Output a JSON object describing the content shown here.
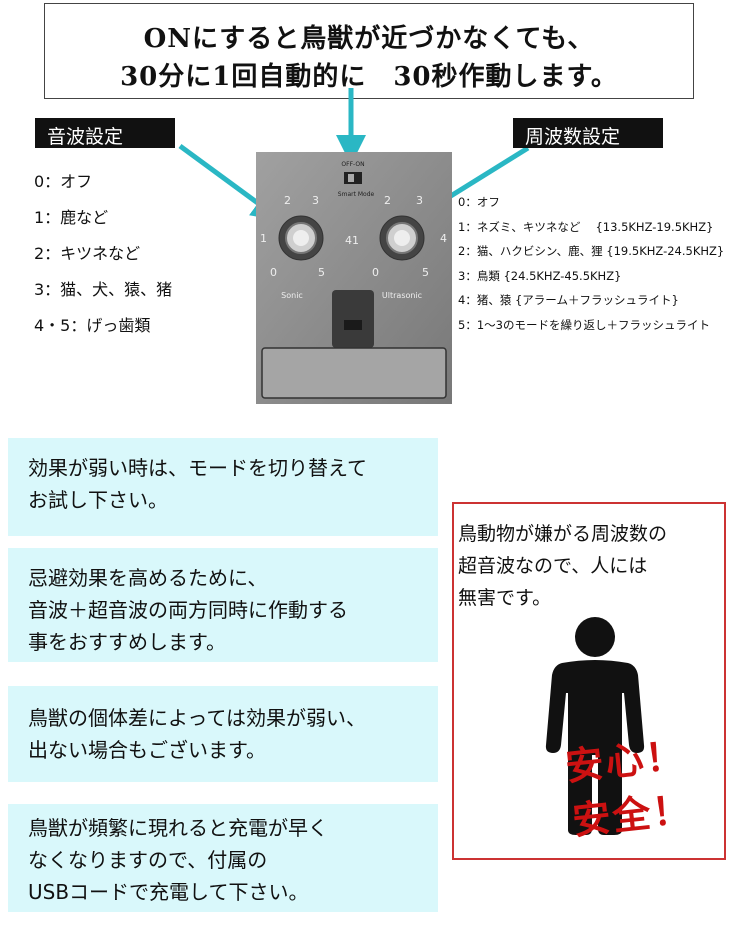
{
  "header": {
    "line1": "ONにすると鳥獣が近づかなくても、",
    "line2": "30分に1回自動的に　30秒作動します。"
  },
  "sonic": {
    "title": "音波設定",
    "items": [
      "0：オフ",
      "1：鹿など",
      "2：キツネなど",
      "3：猫、犬、猿、猪",
      "4・5：げっ歯類"
    ]
  },
  "frequency": {
    "title": "周波数設定",
    "items": [
      "0：オフ",
      "1：ネズミ、キツネなど　 {13.5KHZ-19.5KHZ}",
      "2：猫、ハクビシン、鹿、狸 {19.5KHZ-24.5KHZ}",
      "3：鳥類 {24.5KHZ-45.5KHZ}",
      "4：猪、猿 {アラーム＋フラッシュライト}",
      "5：1～3のモードを繰り返し＋フラッシュライト"
    ]
  },
  "device": {
    "switch_label": "OFF-ON",
    "mode_label": "Smart Mode",
    "sonic_label": "Sonic",
    "ultrasonic_label": "Ultrasonic",
    "center_label": "41",
    "dial_left_numbers": [
      "2",
      "3",
      "1",
      "4",
      "0",
      "5"
    ],
    "dial_right_numbers": [
      "2",
      "3",
      "1",
      "4",
      "0",
      "5"
    ]
  },
  "tips": [
    {
      "lines": [
        "効果が弱い時は、モードを切り替えて",
        "お試し下さい。"
      ]
    },
    {
      "lines": [
        "忌避効果を高めるために、",
        "音波＋超音波の両方同時に作動する",
        "事をおすすめします。"
      ]
    },
    {
      "lines": [
        "鳥獣の個体差によっては効果が弱い、",
        "出ない場合もございます。"
      ]
    },
    {
      "lines": [
        "鳥獣が頻繁に現れると充電が早く",
        "なくなりますので、付属の",
        "USBコードで充電して下さい。"
      ]
    }
  ],
  "safety": {
    "lines": [
      "鳥動物が嫌がる周波数の",
      "超音波なので、人には",
      "無害です。"
    ],
    "badge1": "安心！",
    "badge2": "安全！"
  },
  "colors": {
    "tip_bg": "#d9f8fb",
    "arrow": "#2ab7c4",
    "red": "#cc1111"
  }
}
